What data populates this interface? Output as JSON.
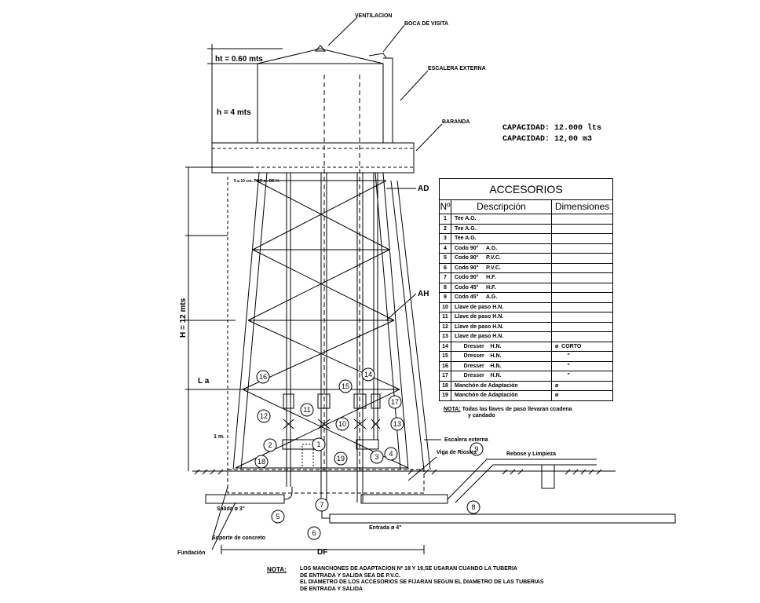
{
  "labels": {
    "ventilacion": "VENTILACION",
    "boca_de_visita": "BOCA DE VISITA",
    "escalera_externa_top": "ESCALERA EXTERNA",
    "baranda": "BARANDA",
    "ht": "ht = 0.60 mts",
    "h": "h = 4 mts",
    "H": "H = 12 mts",
    "La": "L a",
    "one_m": "1 m.",
    "dim_small": "5 a 10 cm. POR m. DE H.",
    "AD": "AD",
    "AH": "AH",
    "escalera_externa": "Escalera externa",
    "viga_de_riostra": "Viga de Riostra",
    "rebose": "Rebose y Limpieza",
    "salida": "Salida ø 3\"",
    "entrada": "Entrada ø 4\"",
    "soporte": "Soporte de concreto",
    "fundacion": "Fundación",
    "DF": "DF"
  },
  "capacity": {
    "line1": "CAPACIDAD: 12.000 lts",
    "line2": "CAPACIDAD: 12,00 m3"
  },
  "accesorios": {
    "title": "ACCESORIOS",
    "col_n": "Nº",
    "col_desc": "Descripción",
    "col_dim": "Dimensiones",
    "rows": [
      {
        "n": "1",
        "desc": "Tee A.G.",
        "dim": ""
      },
      {
        "n": "2",
        "desc": "Tee A.G.",
        "dim": ""
      },
      {
        "n": "3",
        "desc": "Tee A.G.",
        "dim": ""
      },
      {
        "n": "4",
        "desc": "Codo 90°     A.G.",
        "dim": ""
      },
      {
        "n": "5",
        "desc": "Codo 90°     P.V.C.",
        "dim": ""
      },
      {
        "n": "6",
        "desc": "Codo 90°     P.V.C.",
        "dim": ""
      },
      {
        "n": "7",
        "desc": "Codo 90°     H.F.",
        "dim": ""
      },
      {
        "n": "8",
        "desc": "Codo 45°     H.F.",
        "dim": ""
      },
      {
        "n": "9",
        "desc": "Codo 45°     A.G.",
        "dim": ""
      },
      {
        "n": "10",
        "desc": "Llave de paso H.N.",
        "dim": ""
      },
      {
        "n": "11",
        "desc": "Llave de paso H.N.",
        "dim": ""
      },
      {
        "n": "12",
        "desc": "Llave de paso H.N.",
        "dim": ""
      },
      {
        "n": "13",
        "desc": "Llave de paso H.N.",
        "dim": ""
      },
      {
        "n": "14",
        "desc": "      Dresser    H.N.",
        "dim": "ø  CORTO"
      },
      {
        "n": "15",
        "desc": "      Dresser    H.N.",
        "dim": "        \""
      },
      {
        "n": "16",
        "desc": "      Dresser    H.N.",
        "dim": "        \""
      },
      {
        "n": "17",
        "desc": "      Dresser    H.N.",
        "dim": "        \""
      },
      {
        "n": "18",
        "desc": "Manchón de Adaptación",
        "dim": "ø"
      },
      {
        "n": "19",
        "desc": "Manchón de Adaptación",
        "dim": "ø"
      }
    ]
  },
  "nota_side": {
    "key": "NOTA:",
    "line1": "Todas las llaves de paso llevaran ccadena",
    "line2": "y candado"
  },
  "nota_bottom": {
    "key": "NOTA:",
    "line1": "LOS MANCHONES DE ADAPTACION Nº 18 Y 19,SE USARAN CUANDO LA TUBERIA",
    "line2": "DE ENTRADA Y SALIDA SEA DE P.V.C.",
    "line3": "EL DIAMETRO DE LOS ACCESORIOS SE FIJARAN SEGUN EL DIAMETRO DE LAS TUBERIAS",
    "line4": "DE ENTRADA Y SALIDA"
  },
  "callouts": [
    "1",
    "2",
    "3",
    "4",
    "5",
    "6",
    "7",
    "8",
    "9",
    "10",
    "11",
    "12",
    "13",
    "14",
    "15",
    "16",
    "17",
    "18",
    "19"
  ]
}
